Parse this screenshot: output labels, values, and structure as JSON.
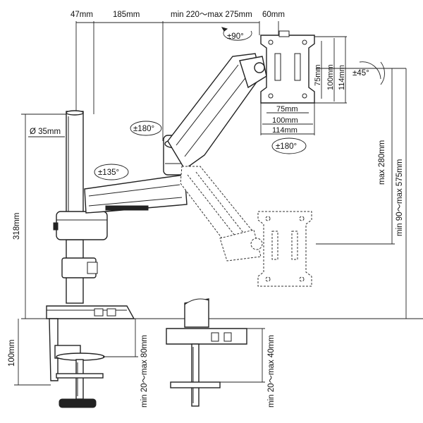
{
  "dimensions": {
    "top_left": "47mm",
    "top_mid": "185mm",
    "top_range": "min 220～max 275mm",
    "top_right": "60mm",
    "pole_diameter": "Ø 35mm",
    "pole_height": "318mm",
    "clamp_height": "100mm",
    "clamp_range_a": "min 20～max 80mm",
    "clamp_range_b": "min 20～max 40mm",
    "vesa_v_75": "75mm",
    "vesa_v_100": "100mm",
    "vesa_v_114": "114mm",
    "vesa_h_75": "75mm",
    "vesa_h_100": "100mm",
    "vesa_h_114": "114mm",
    "height_max": "max 280mm",
    "height_range": "min 90～max 575mm"
  },
  "rotations": {
    "rot_90": "±90°",
    "rot_45": "±45°",
    "rot_180_arm": "±180°",
    "rot_180_plate": "±180°",
    "rot_135": "±135°"
  }
}
